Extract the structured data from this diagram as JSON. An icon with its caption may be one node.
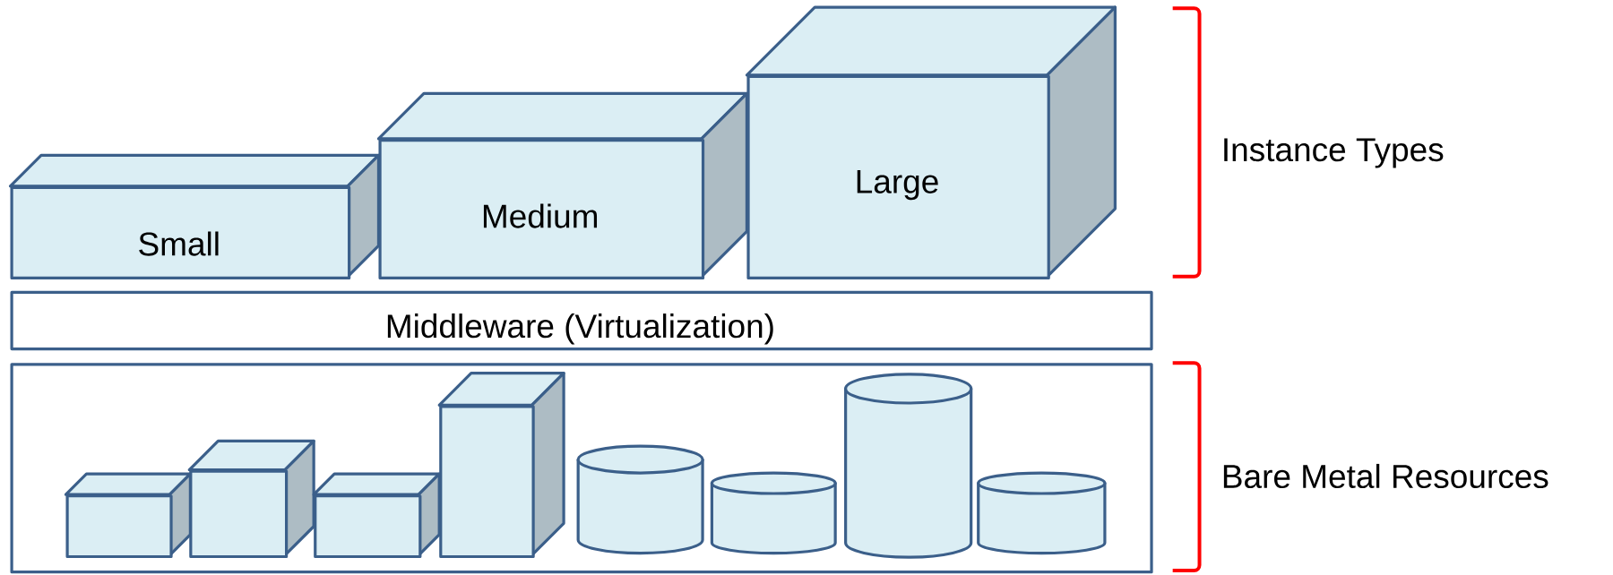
{
  "diagram": {
    "nodes": [
      {
        "text": [
          "Small"
        ]
      },
      {
        "text": [
          "Medium"
        ]
      },
      {
        "text": [
          "Large"
        ]
      },
      {
        "text": [
          "Middleware (Virtualization)"
        ]
      },
      {
        "text": [],
        "shape": "box"
      },
      {
        "text": [],
        "shape": "box",
        "in": 4
      },
      {
        "text": [],
        "shape": "box",
        "in": 4
      },
      {
        "text": [],
        "shape": "box",
        "in": 4
      },
      {
        "text": [],
        "shape": "box",
        "in": 4
      },
      {
        "text": [],
        "shape": "cylinder",
        "in": 4
      },
      {
        "text": [],
        "shape": "cylinder",
        "in": 4
      },
      {
        "text": [],
        "shape": "cylinder",
        "in": 4
      },
      {
        "text": [],
        "shape": "cylinder",
        "in": 4
      }
    ],
    "edges": [],
    "labels": [
      "Instance Types",
      "Bare Metal Resources"
    ]
  }
}
